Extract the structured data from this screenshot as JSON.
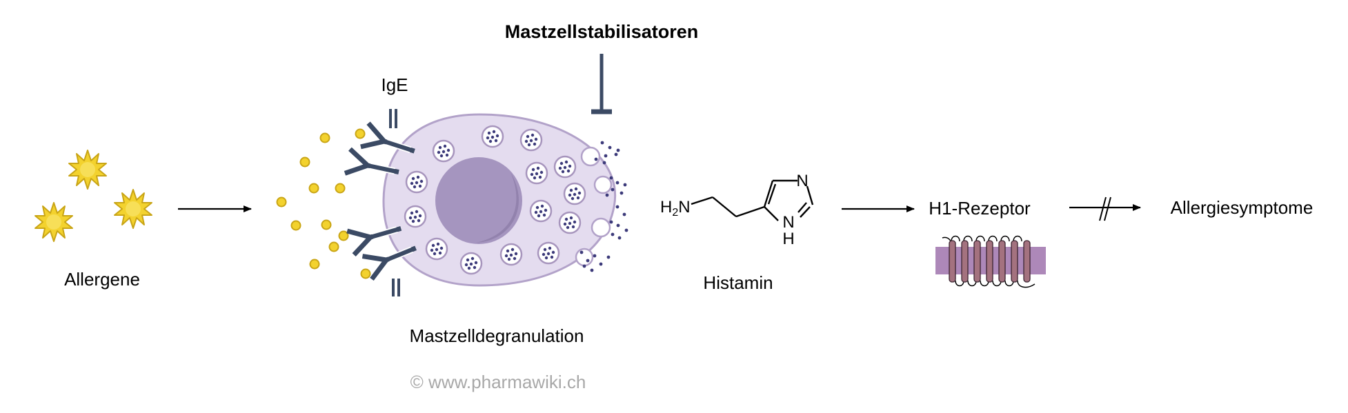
{
  "labels": {
    "allergens": "Allergene",
    "ige": "IgE",
    "stabilizers": "Mastzellstabilisatoren",
    "degranulation": "Mastzelldegranulation",
    "histamine": "Histamin",
    "h2n_h": "H",
    "h2n_sub": "2",
    "h2n_n": "N",
    "ring_n_top": "N",
    "ring_n_bottom": "N",
    "ring_h": "H",
    "receptor": "H1-Rezeptor",
    "symptoms": "Allergiesymptome",
    "copyright": "© www.pharmawiki.ch"
  },
  "colors": {
    "allergen_fill": "#f3d22e",
    "allergen_stroke": "#c9a516",
    "cell_fill": "#e4dcef",
    "cell_stroke": "#b2a2c9",
    "nucleus": "#a595bf",
    "antibody": "#3b4a64",
    "granule_dot": "#3c3a7a",
    "receptor_membrane": "#ad88b9",
    "receptor_helix": "#a4727f",
    "arrow": "#000000"
  },
  "icons": {
    "allergen": "allergen-star-icon",
    "antibody": "ige-antibody-icon",
    "cell": "mast-cell-icon",
    "receptor": "gpcr-receptor-icon",
    "inhibition": "inhibition-bar-icon"
  }
}
